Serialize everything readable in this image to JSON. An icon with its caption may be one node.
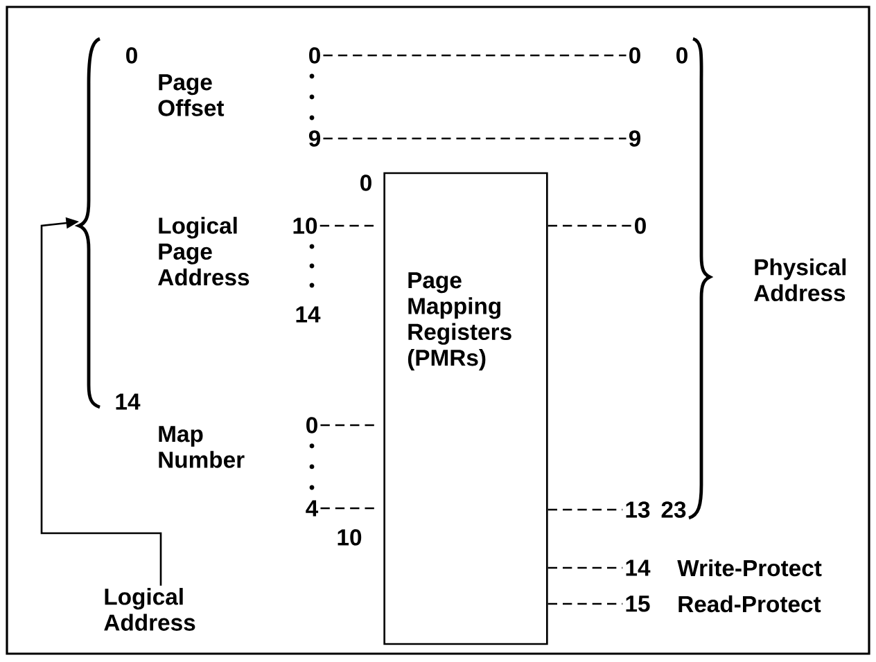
{
  "diagram": {
    "nodes": [
      {
        "text": [
          "Page Mapping Registers (PMRs)"
        ]
      },
      {
        "text": [
          "Logical Address"
        ]
      },
      {
        "text": [],
        "shape": "brace"
      },
      {
        "text": [
          "0"
        ]
      },
      {
        "text": [
          "0"
        ]
      },
      {
        "text": [
          "9"
        ]
      },
      {
        "text": [
          "9"
        ]
      },
      {
        "text": [
          "10"
        ]
      },
      {
        "text": [
          "0"
        ]
      },
      {
        "text": [
          "0"
        ]
      },
      {
        "text": [
          "4"
        ]
      },
      {
        "text": [
          "13"
        ]
      },
      {
        "text": [
          "14"
        ]
      },
      {
        "text": [
          "15"
        ]
      }
    ],
    "edges": [
      {
        "from": 1,
        "to": 2,
        "arrow": "to"
      },
      {
        "from": 3,
        "to": 4,
        "arrow": "none",
        "style": "dashed"
      },
      {
        "from": 5,
        "to": 6,
        "arrow": "none",
        "style": "dashed"
      },
      {
        "from": 7,
        "to": 0,
        "arrow": "none",
        "style": "dashed"
      },
      {
        "from": 0,
        "to": 8,
        "arrow": "none",
        "style": "dashed"
      },
      {
        "from": 9,
        "to": 0,
        "arrow": "none",
        "style": "dashed"
      },
      {
        "from": 10,
        "to": 0,
        "arrow": "none",
        "style": "dashed"
      },
      {
        "from": 0,
        "to": 11,
        "arrow": "none",
        "style": "dashed"
      },
      {
        "from": 0,
        "to": 12,
        "arrow": "none",
        "style": "dashed"
      },
      {
        "from": 0,
        "to": 13,
        "arrow": "none",
        "style": "dashed"
      }
    ],
    "labels": [
      "0",
      "Page Offset",
      "0",
      "Logical Page Address",
      "14",
      "14",
      "Map Number",
      "10",
      "0",
      "23",
      "Physical Address",
      "Write-Protect",
      "Read-Protect"
    ]
  }
}
